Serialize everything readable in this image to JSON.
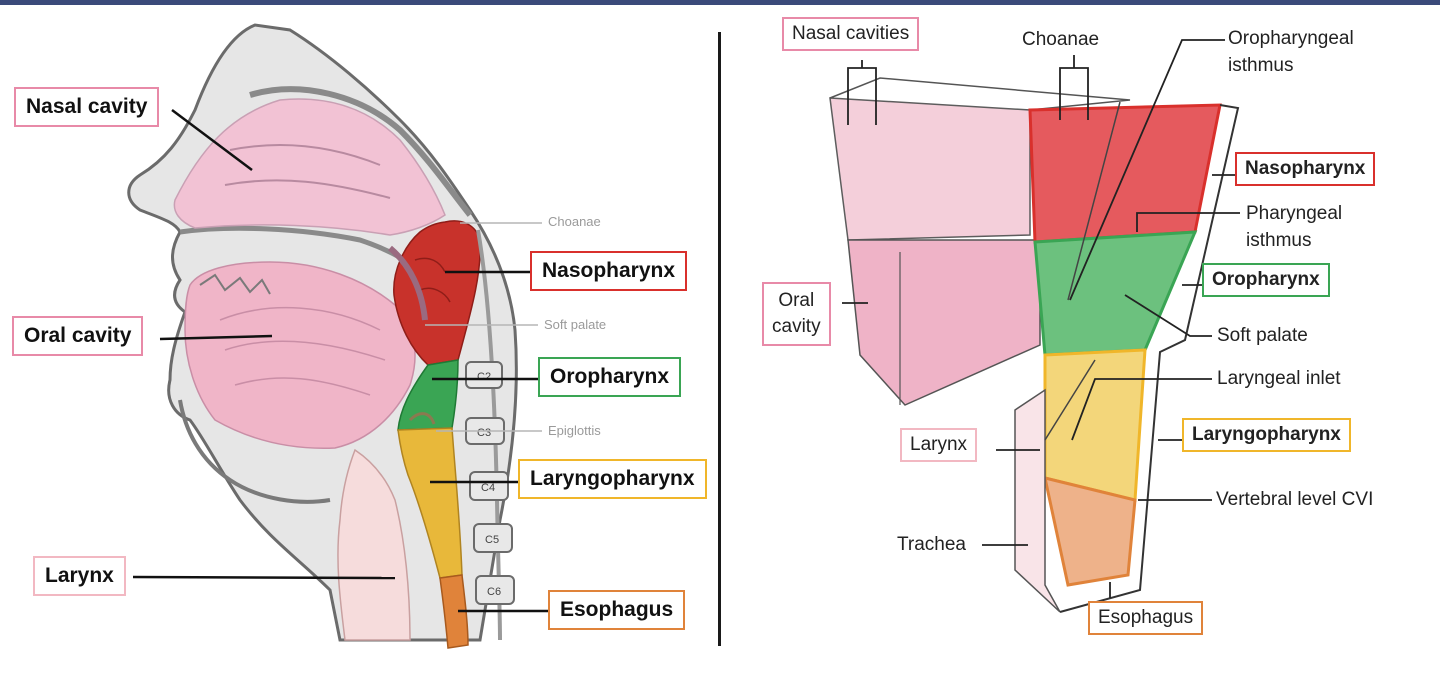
{
  "left_panel": {
    "labels": {
      "nasal_cavity": "Nasal cavity",
      "oral_cavity": "Oral cavity",
      "larynx": "Larynx",
      "nasopharynx": "Nasopharynx",
      "oropharynx": "Oropharynx",
      "laryngopharynx": "Laryngopharynx",
      "esophagus": "Esophagus"
    },
    "grey_labels": {
      "choanae": "Choanae",
      "soft_palate": "Soft palate",
      "epiglottis": "Epiglottis"
    },
    "vertebrae": [
      "C2",
      "C3",
      "C4",
      "C5",
      "C6"
    ]
  },
  "right_panel": {
    "labels": {
      "nasal_cavities": "Nasal cavities",
      "choanae": "Choanae",
      "oropharyngeal_isthmus_1": "Oropharyngeal",
      "oropharyngeal_isthmus_2": "isthmus",
      "nasopharynx": "Nasopharynx",
      "pharyngeal_isthmus_1": "Pharyngeal",
      "pharyngeal_isthmus_2": "isthmus",
      "oral_cavity_1": "Oral",
      "oral_cavity_2": "cavity",
      "oropharynx": "Oropharynx",
      "soft_palate": "Soft palate",
      "laryngeal_inlet": "Laryngeal inlet",
      "larynx": "Larynx",
      "laryngopharynx": "Laryngopharynx",
      "vertebral_level": "Vertebral level CVI",
      "trachea": "Trachea",
      "esophagus": "Esophagus"
    }
  },
  "colors": {
    "nasal": "#e88aa8",
    "nasopharynx": "#d9302c",
    "oropharynx": "#3aa554",
    "laryngopharynx": "#f0b62a",
    "larynx": "#f2b8c2",
    "esophagus": "#e0833a",
    "header_bar": "#3b4a7a"
  }
}
